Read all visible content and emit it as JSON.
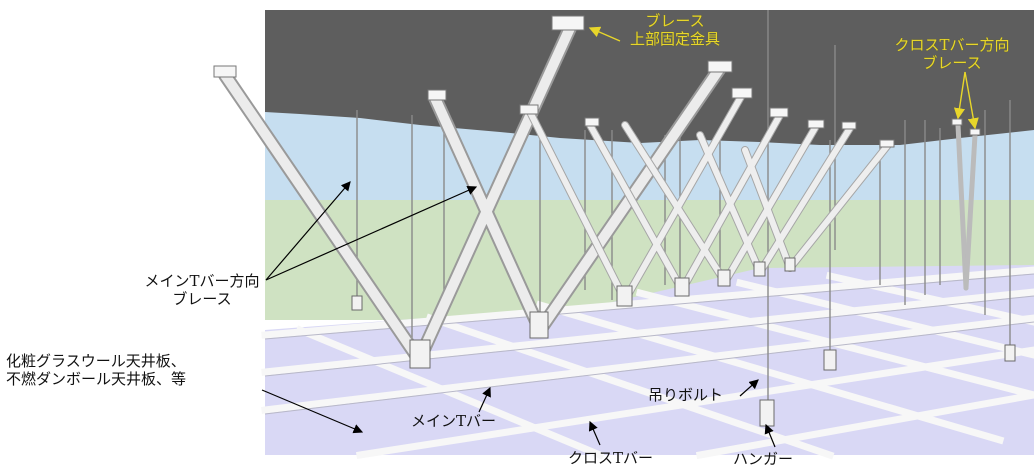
{
  "labels": {
    "brace_fixture": [
      "ブレース",
      "上部固定金具"
    ],
    "cross_brace": [
      "クロスTバー方向",
      "ブレース"
    ],
    "main_brace": [
      "メインTバー方向",
      "ブレース"
    ],
    "ceiling_board": [
      "化粧グラスウール天井板、",
      "不燃ダンボール天井板、等"
    ],
    "main_tbar": "メインTバー",
    "hanging_bolt": "吊りボルト",
    "cross_tbar": "クロスTバー",
    "hanger": "ハンガー"
  },
  "colors": {
    "slab": "#5e5e5e",
    "wall_blue": "#c6def0",
    "wall_green": "#cfe2c2",
    "ceiling_panel": "#d9d8f5",
    "tbar": "#f4f4f4",
    "callout_yellow": "#e8d62a"
  }
}
